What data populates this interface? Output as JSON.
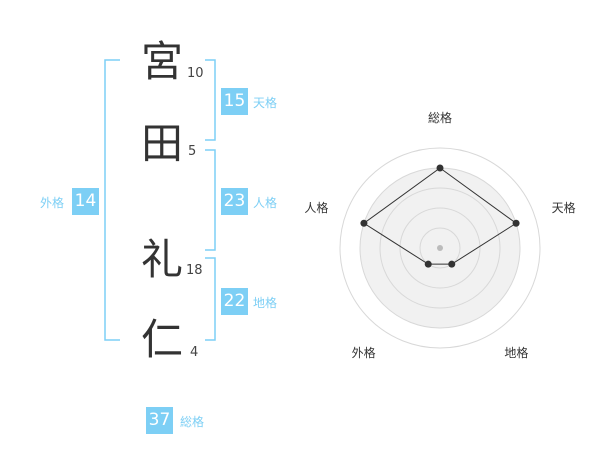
{
  "name": {
    "chars": [
      {
        "char": "宮",
        "strokes": "10"
      },
      {
        "char": "田",
        "strokes": "5"
      },
      {
        "char": "礼",
        "strokes": "18"
      },
      {
        "char": "仁",
        "strokes": "4"
      }
    ]
  },
  "scores": {
    "tenkaku": {
      "value": "15",
      "label": "天格"
    },
    "jinkaku": {
      "value": "23",
      "label": "人格"
    },
    "chikaku": {
      "value": "22",
      "label": "地格"
    },
    "gaikaku": {
      "value": "14",
      "label": "外格"
    },
    "soukaku": {
      "value": "37",
      "label": "総格"
    }
  },
  "accent_color": "#7dcff5",
  "chart_data": {
    "type": "radar",
    "axes": [
      "総格",
      "天格",
      "地格",
      "外格",
      "人格"
    ],
    "values": [
      4,
      4,
      1,
      1,
      4
    ],
    "max": 5
  }
}
